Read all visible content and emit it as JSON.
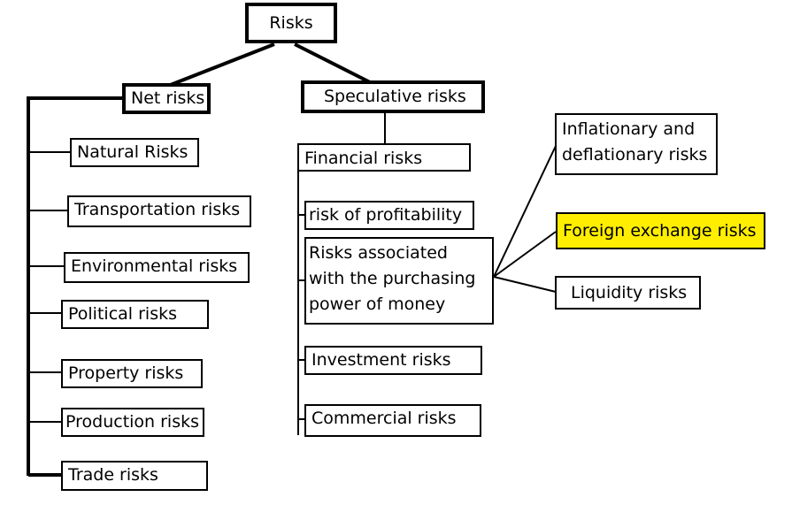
{
  "root": {
    "label": "Risks"
  },
  "net": {
    "label": "Net risks",
    "children": [
      "Natural Risks",
      "Transportation risks",
      "Environmental risks",
      "Political risks",
      "Property risks",
      "Production risks",
      "Trade risks"
    ]
  },
  "speculative": {
    "label": "Speculative risks",
    "financial": {
      "label": "Financial risks"
    },
    "children": [
      "risk of profitability",
      "Risks associated with the purchasing power of money",
      "Investment risks",
      "Commercial risks"
    ],
    "purchasing_power_children": [
      "Inflationary and deflationary risks",
      "Foreign exchange risks",
      "Liquidity risks"
    ]
  },
  "colors": {
    "highlight": "#ffee00",
    "line": "#000000"
  }
}
